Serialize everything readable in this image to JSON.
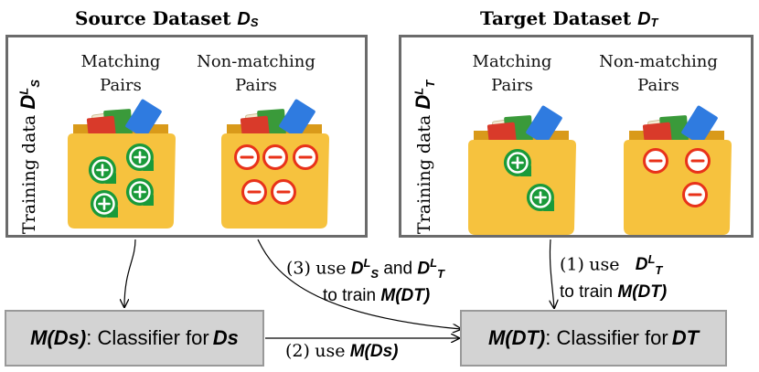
{
  "source": {
    "title_prefix": "Source Dataset",
    "title_symbol": "D",
    "title_sub": "S",
    "training_label": "Training data",
    "training_symbol": "D",
    "training_sup": "L",
    "training_sub": "S",
    "col1_line1": "Matching",
    "col1_line2": "Pairs",
    "col2_line1": "Non-matching",
    "col2_line2": "Pairs"
  },
  "target": {
    "title_prefix": "Target Dataset",
    "title_symbol": "D",
    "title_sub": "T",
    "training_label": "Training data",
    "training_symbol": "D",
    "training_sup": "L",
    "training_sub": "T",
    "col1_line1": "Matching",
    "col1_line2": "Pairs",
    "col2_line1": "Non-matching",
    "col2_line2": "Pairs"
  },
  "classifier_source": {
    "model": "M(Ds)",
    "text": ": Classifier for ",
    "dataset": "Ds"
  },
  "classifier_target": {
    "model": "M(DT)",
    "text": ": Classifier for ",
    "dataset": "DT"
  },
  "step1": {
    "num": "(1)",
    "use": "use",
    "symbol": "D",
    "sup": "L",
    "sub": "T",
    "line2_prefix": "to train ",
    "line2_model": "M(DT)"
  },
  "step2": {
    "num": "(2)",
    "use": "use",
    "model": "M(Ds)"
  },
  "step3": {
    "num": "(3)",
    "use": "use",
    "symbol_a": "D",
    "sup_a": "L",
    "sub_a": "S",
    "and": "and",
    "symbol_b": "D",
    "sup_b": "L",
    "sub_b": "T",
    "line2_prefix": "to train ",
    "line2_model": "M(DT)"
  },
  "colors": {
    "folder": "#f6c23e",
    "folder_dark": "#d99a1a",
    "plus": "#1a9a3a",
    "minus": "#e8321a",
    "box_fill": "#d3d3d3",
    "panel_border": "#6b6b6b"
  }
}
